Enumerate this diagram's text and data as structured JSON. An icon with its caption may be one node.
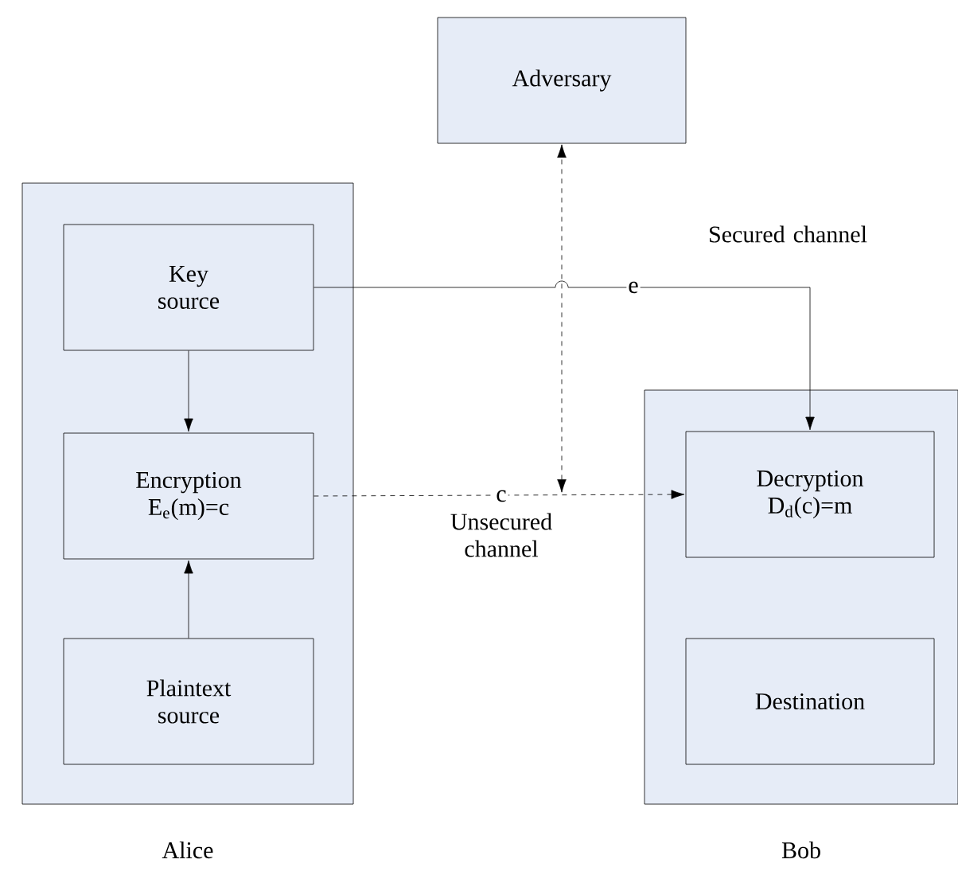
{
  "diagram": {
    "nodes": [
      {
        "text": [
          "Alice"
        ]
      },
      {
        "text": [
          "Key source"
        ],
        "in": 0
      },
      {
        "text": [
          "Encryption E$_{e}$(m)=c"
        ],
        "in": 0
      },
      {
        "text": [
          "Plaintext source"
        ],
        "in": 0
      },
      {
        "text": [
          "Adversary"
        ]
      },
      {
        "text": [
          "Bob"
        ]
      },
      {
        "text": [
          "Decryption D$_{d}$(c)=m"
        ],
        "in": 5
      },
      {
        "text": [
          "Destination"
        ],
        "in": 5
      }
    ],
    "edges": [
      {
        "from": 1,
        "to": 2,
        "arrow": "to"
      },
      {
        "from": 3,
        "to": 2,
        "arrow": "to"
      },
      {
        "from": 1,
        "to": 6,
        "arrow": "to",
        "label": "e"
      },
      {
        "from": 2,
        "to": 6,
        "arrow": "to",
        "label": "c",
        "style": "dashed"
      },
      {
        "from": null,
        "to": 4,
        "arrow": "both",
        "style": "dashed"
      }
    ],
    "labels": [
      "Secured channel",
      "Unsecured channel"
    ]
  }
}
